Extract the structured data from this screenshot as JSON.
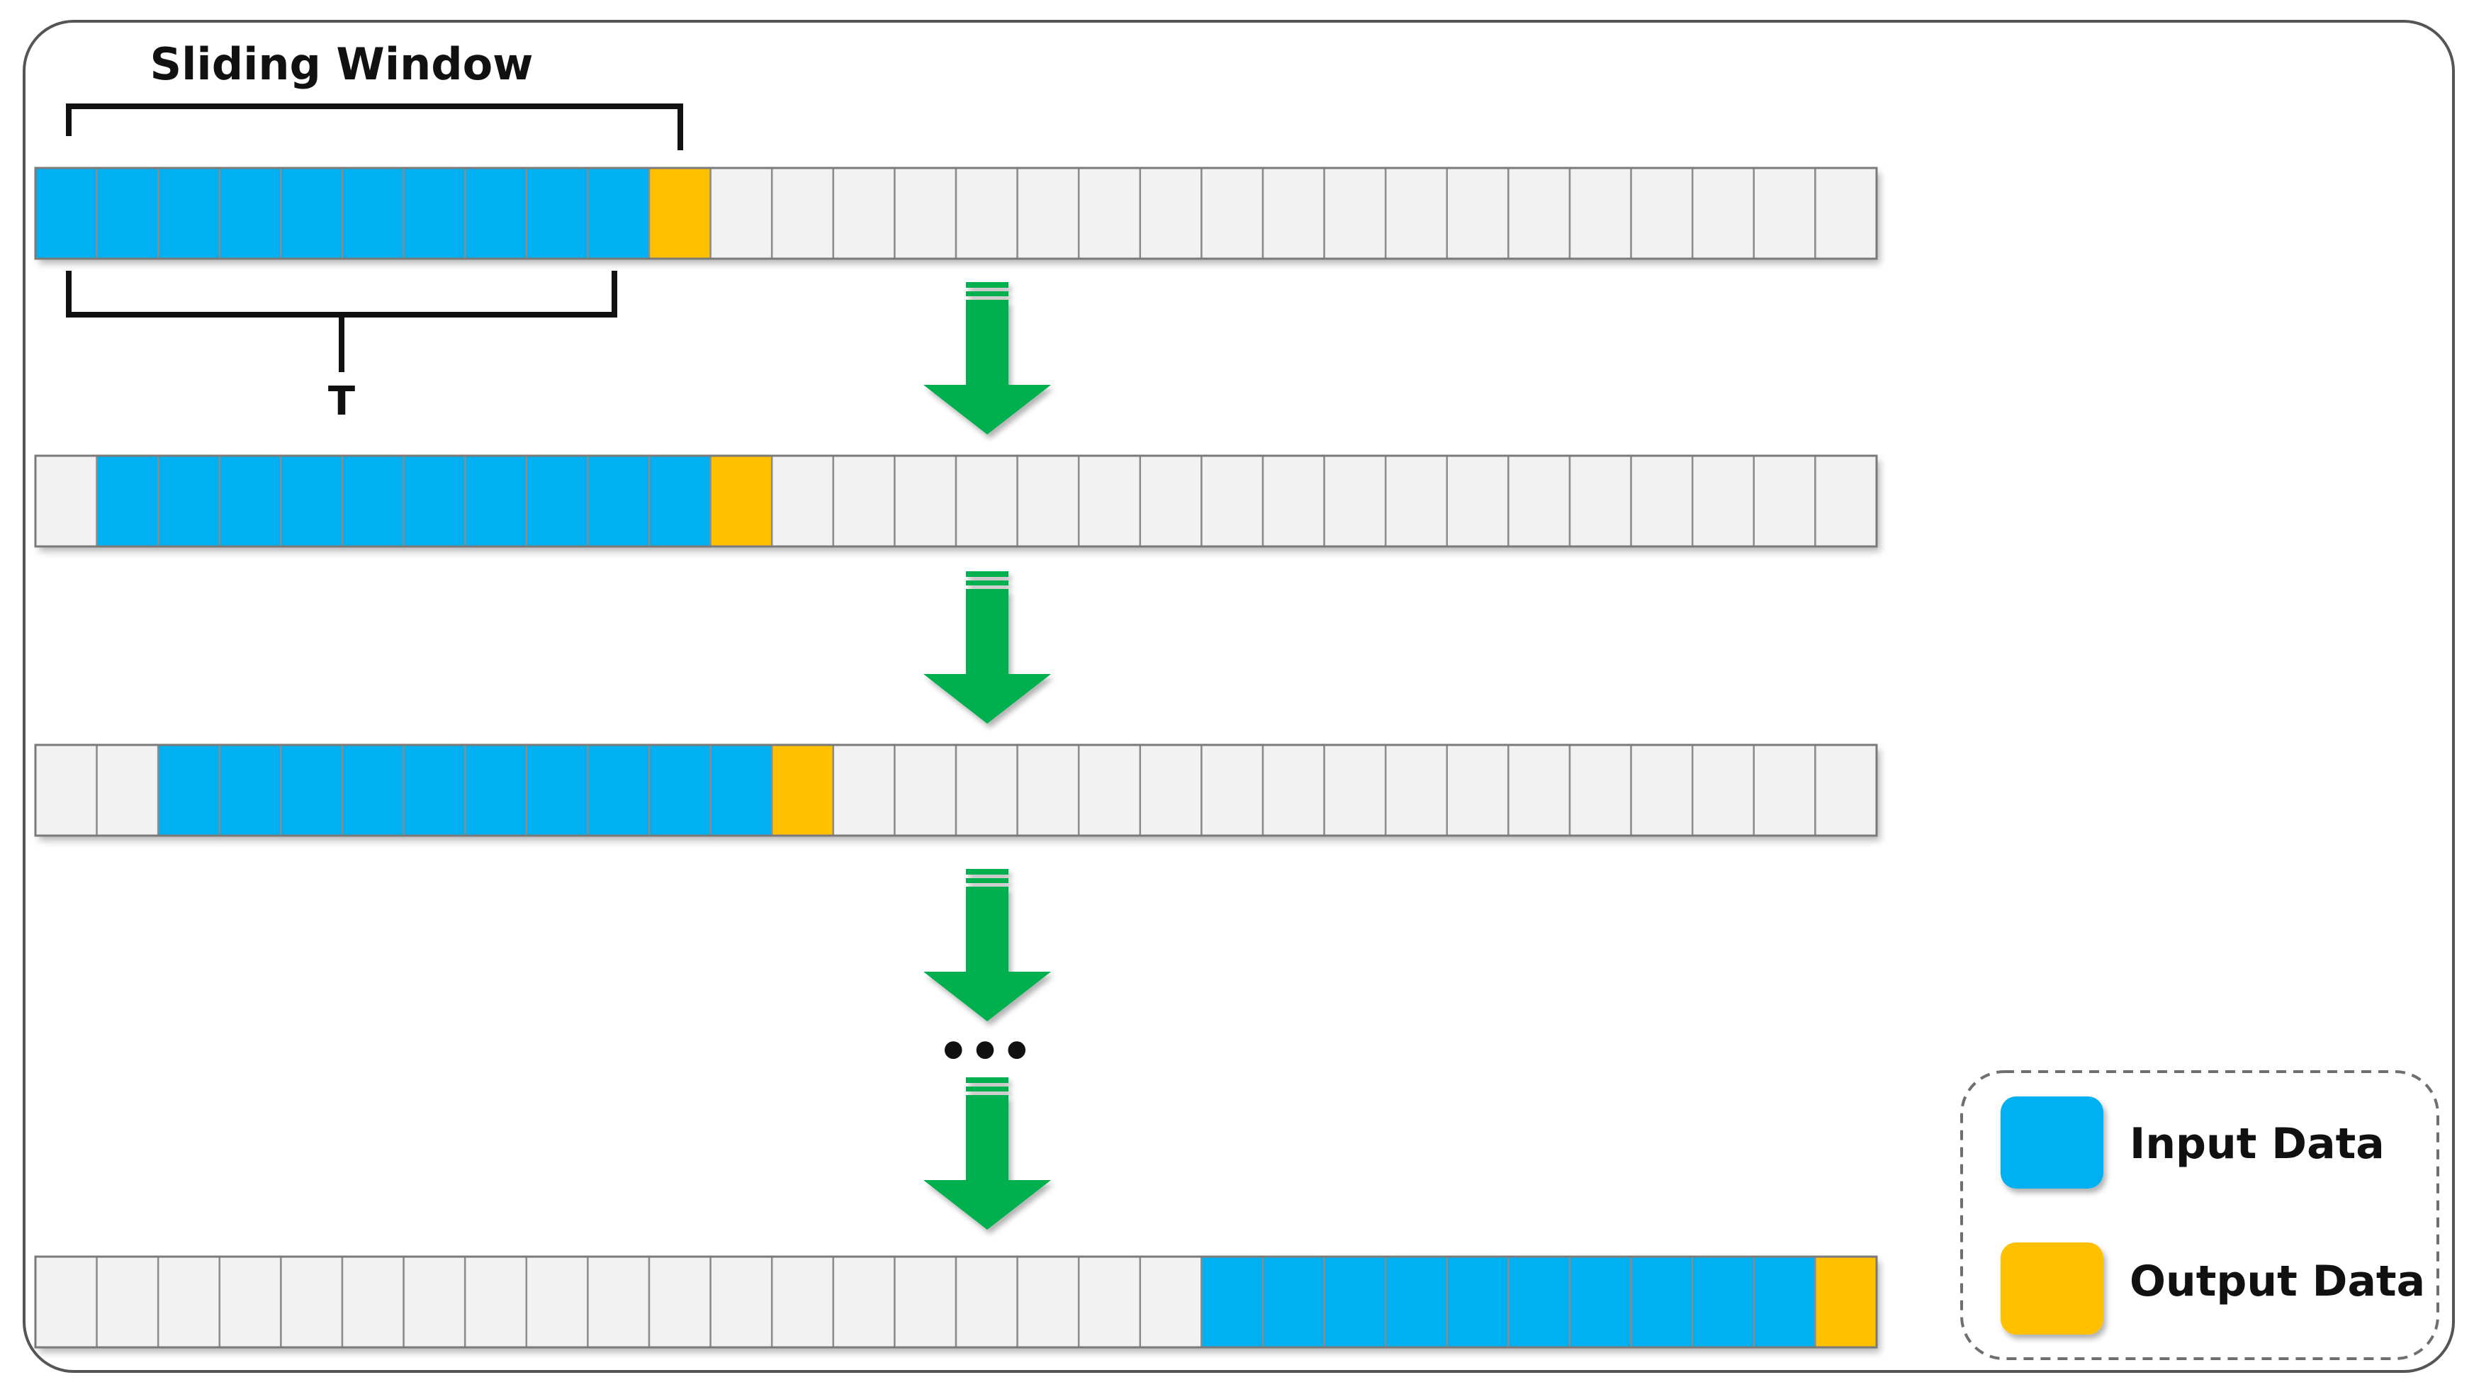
{
  "labels": {
    "sliding_window": "Sliding Window",
    "t": "T",
    "ellipsis": "•••"
  },
  "legend": {
    "input_label": "Input Data",
    "output_label": "Output Data"
  },
  "colors": {
    "input": "#00B0F0",
    "output": "#FFC000",
    "empty": "#F2F2F2",
    "arrow": "#00B050",
    "cell_border": "#8C8C8C",
    "frame_border": "#555555"
  },
  "sequence": {
    "total_cells": 30,
    "window_input_cells": 10,
    "window_output_cells": 1
  },
  "rows": [
    {
      "input_start": 0
    },
    {
      "input_start": 1
    },
    {
      "input_start": 2
    },
    {
      "input_start": 19
    }
  ]
}
